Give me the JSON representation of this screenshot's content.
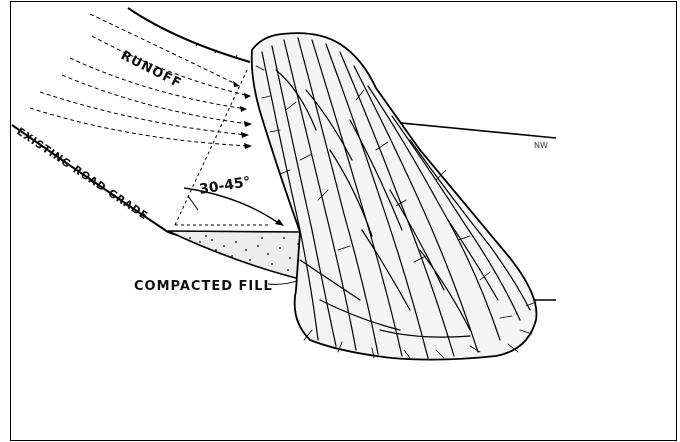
{
  "figure": {
    "labels": {
      "runoff": "RUNOFF",
      "existing_road_grade": "EXISTING ROAD GRADE",
      "angle": "30-45°",
      "compacted_fill": "COMPACTED FILL"
    },
    "signature": "NW"
  }
}
